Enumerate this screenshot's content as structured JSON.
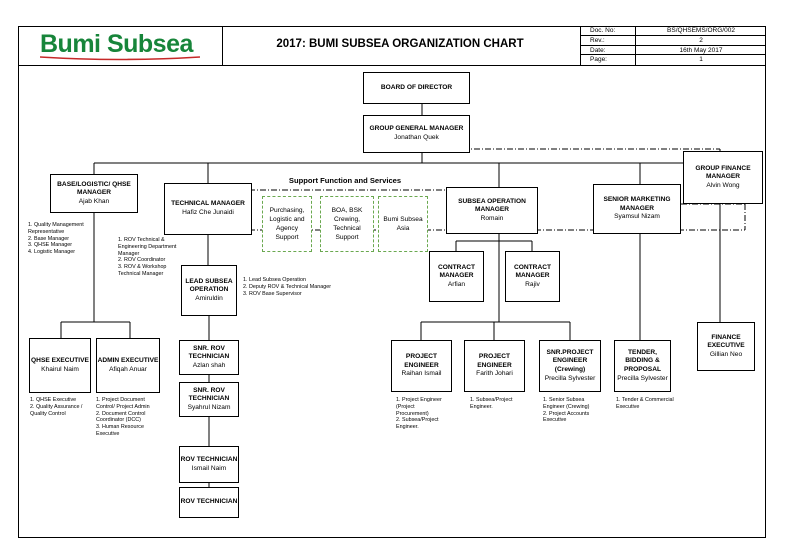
{
  "header": {
    "logo_text": "Bumi Subsea",
    "title": "2017: BUMI SUBSEA ORGANIZATION CHART",
    "meta": [
      {
        "key": "Doc. No:",
        "value": "BS/QHSEMS/ORG/002"
      },
      {
        "key": "Rev.:",
        "value": "2"
      },
      {
        "key": "Date:",
        "value": "16th May 2017"
      },
      {
        "key": "Page:",
        "value": "1"
      }
    ]
  },
  "support_title": "Support Function and Services",
  "nodes": {
    "board": {
      "title": "BOARD OF DIRECTOR"
    },
    "ggm": {
      "title": "GROUP GENERAL MANAGER",
      "name": "Jonathan Quek"
    },
    "gfm": {
      "title": "GROUP FINANCE MANAGER",
      "name": "Alvin Wong"
    },
    "base": {
      "title": "BASE/LOGISTIC/ QHSE MANAGER",
      "name": "Ajab Khan"
    },
    "tech": {
      "title": "TECHNICAL MANAGER",
      "name": "Hafiz Che Junaidi"
    },
    "subsea": {
      "title": "SUBSEA OPERATION MANAGER",
      "name": "Romain"
    },
    "marketing": {
      "title": "SENIOR MARKETING MANAGER",
      "name": "Syamsul Nizam"
    },
    "lead": {
      "title": "LEAD SUBSEA OPERATION",
      "name": "Amiruldin"
    },
    "cm1": {
      "title": "CONTRACT MANAGER",
      "name": "Arfian"
    },
    "cm2": {
      "title": "CONTRACT MANAGER",
      "name": "Rajiv"
    },
    "qhse_exec": {
      "title": "QHSE EXECUTIVE",
      "name": "Khairul Naim"
    },
    "admin_exec": {
      "title": "ADMIN EXECUTIVE",
      "name": "Afiqah Anuar"
    },
    "snr_rov1": {
      "title": "SNR. ROV TECHNICIAN",
      "name": "Azlan shah"
    },
    "snr_rov2": {
      "title": "SNR. ROV TECHNICIAN",
      "name": "Syahrul Nizam"
    },
    "rov1": {
      "title": "ROV TECHNICIAN",
      "name": "Ismail Naim"
    },
    "rov2": {
      "title": "ROV TECHNICIAN"
    },
    "pe1": {
      "title": "PROJECT ENGINEER",
      "name": "Raihan Ismail"
    },
    "pe2": {
      "title": "PROJECT ENGINEER",
      "name": "Farith Johari"
    },
    "snr_pe": {
      "title": "SNR.PROJECT ENGINEER (Crewing)",
      "name": "Precilla Sylvester"
    },
    "tender": {
      "title": "TENDER, BIDDING & PROPOSAL",
      "name": "Precilla Sylvester"
    },
    "fin_exec": {
      "title": "FINANCE EXECUTIVE",
      "name": "Gillian Neo"
    }
  },
  "support_boxes": [
    {
      "label": "Purchasing, Logistic and Agency Support"
    },
    {
      "label": "BOA, BSK Crewing, Technical Support"
    },
    {
      "label": "Bumi Subsea Asia"
    }
  ],
  "notes": {
    "base": [
      "1. Quality Management",
      "    Representative",
      "2. Base Manager",
      "3. QHSE Manager",
      "4. Logistic Manager"
    ],
    "tech": [
      "1. ROV Technical &",
      "    Engineering Department",
      "    Manager",
      "2. ROV Coordinator",
      "3. ROV & Workshop",
      "    Technical Manager"
    ],
    "lead": [
      "1. Lead Subsea Operation",
      "2. Deputy ROV & Technical Manager",
      "3. ROV Base Supervisor"
    ],
    "qhse_exec": [
      "1. QHSE Executive",
      "2. Quality Assurance /",
      "    Quality Control"
    ],
    "admin_exec": [
      "1. Project Document",
      "    Control/ Project Admin",
      "2. Document Control",
      "    Coordinator (DCC)",
      "3. Human Resource",
      "    Executive"
    ],
    "pe1": [
      "1. Project Engineer",
      "    (Project",
      "    Procurement)",
      "2. Subsea/Project",
      "    Engineer."
    ],
    "pe2": [
      "1. Subsea/Project",
      "    Engineer."
    ],
    "snr_pe": [
      "1. Senior Subsea",
      "    Engineer (Crewing)",
      "2. Project Accounts",
      "    Executive"
    ],
    "tender": [
      "1. Tender & Commercial",
      "    Executive"
    ]
  }
}
